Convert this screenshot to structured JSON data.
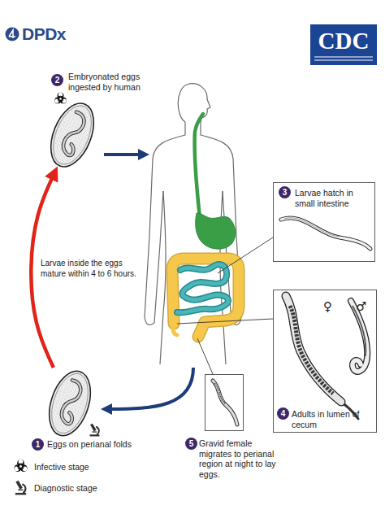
{
  "diagram": {
    "nodes": [
      {
        "text": [
          "Embryonated eggs ingested by human"
        ]
      },
      {
        "text": [
          "Larvae hatch in small intestine"
        ]
      },
      {
        "text": [
          "Adults in lumen of cecum"
        ]
      },
      {
        "text": [
          "Eggs on perianal folds"
        ]
      },
      {
        "text": [
          "Gravid female migrates to perianal region at night to lay eggs."
        ]
      }
    ],
    "edges": [
      {
        "from": 3,
        "to": 0,
        "arrow": "to",
        "label": "Larvae inside the eggs mature within 4 to 6 hours."
      }
    ],
    "labels": [
      "DPDx",
      "CDC",
      "2",
      "3",
      "♀",
      "♂",
      "4",
      "1",
      "5"
    ],
    "legend": [
      {
        "text": "Infective stage"
      },
      {
        "text": "Diagnostic stage"
      }
    ]
  }
}
